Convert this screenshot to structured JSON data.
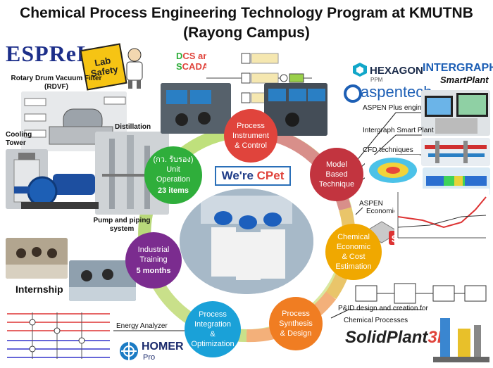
{
  "header": {
    "title_line1": "Chemical Process Engineering Technology Program at KMUTNB",
    "title_line2": "(Rayong Campus)"
  },
  "logos": {
    "esprel": "ESPReL",
    "lab_safety": "Lab Safety",
    "hexagon": "HEXAGON",
    "hexagon_sub": "PPM",
    "intergraph": "INTERGRAPH",
    "smartplant": "SmartPlant",
    "aspentech": "aspentech",
    "homer": "HOMER",
    "homer_sub": "Pro",
    "solidplant": "SolidPlant",
    "solidplant_suffix": "3D"
  },
  "labels": {
    "rdvf": "Rotary Drum Vacuum Filter (RDVF)",
    "distillation": "Distillation",
    "cooling_tower": "Cooling Tower",
    "pump": "Pump and piping system",
    "internship": "Internship",
    "dcs_prefix": "D",
    "dcs_mid": "CS and",
    "scada_prefix": "S",
    "scada_rest": "CADA",
    "aspen_plus": "ASPEN Plus engineering",
    "intergraph_smart": "Intergraph Smart Plant",
    "cfd": "CFD techniques",
    "aspen": "ASPEN",
    "economic_eval": "Economic evaluator",
    "pid_design": "P&ID design and creation for",
    "chemical_processes": "Chemical Processes",
    "energy_analyzer": "Energy Analyzer"
  },
  "center": {
    "prefix": "We're ",
    "highlight": "CPet"
  },
  "nodes": {
    "process_control": {
      "lines": [
        "Process",
        "Instrument",
        "& Control"
      ],
      "color": "#e0443c"
    },
    "model_based": {
      "lines": [
        "Model",
        "Based",
        "Technique"
      ],
      "color": "#c2343f"
    },
    "chemical_economic": {
      "lines": [
        "Chemical",
        "Economic",
        "& Cost",
        "Estimation"
      ],
      "color": "#f0a800"
    },
    "process_synthesis": {
      "lines": [
        "Process",
        "Synthesis",
        "& Design"
      ],
      "color": "#f07d22"
    },
    "process_integration": {
      "lines": [
        "Process",
        "Integration",
        "&",
        "Optimization"
      ],
      "color": "#1aa1d8"
    },
    "industrial_training": {
      "lines": [
        "Industrial",
        "Training"
      ],
      "bold": "5 months",
      "color": "#7b2c8f"
    },
    "unit_operation": {
      "lines": [
        "(กว. รับรอง)",
        "Unit",
        "Operation"
      ],
      "bold": "23 items",
      "color": "#2fae3b"
    }
  },
  "colors": {
    "ring": "#a8d038",
    "cpet_red": "#e0443c",
    "dcs_green": "#2fae3b",
    "dcs_red": "#e0443c"
  }
}
